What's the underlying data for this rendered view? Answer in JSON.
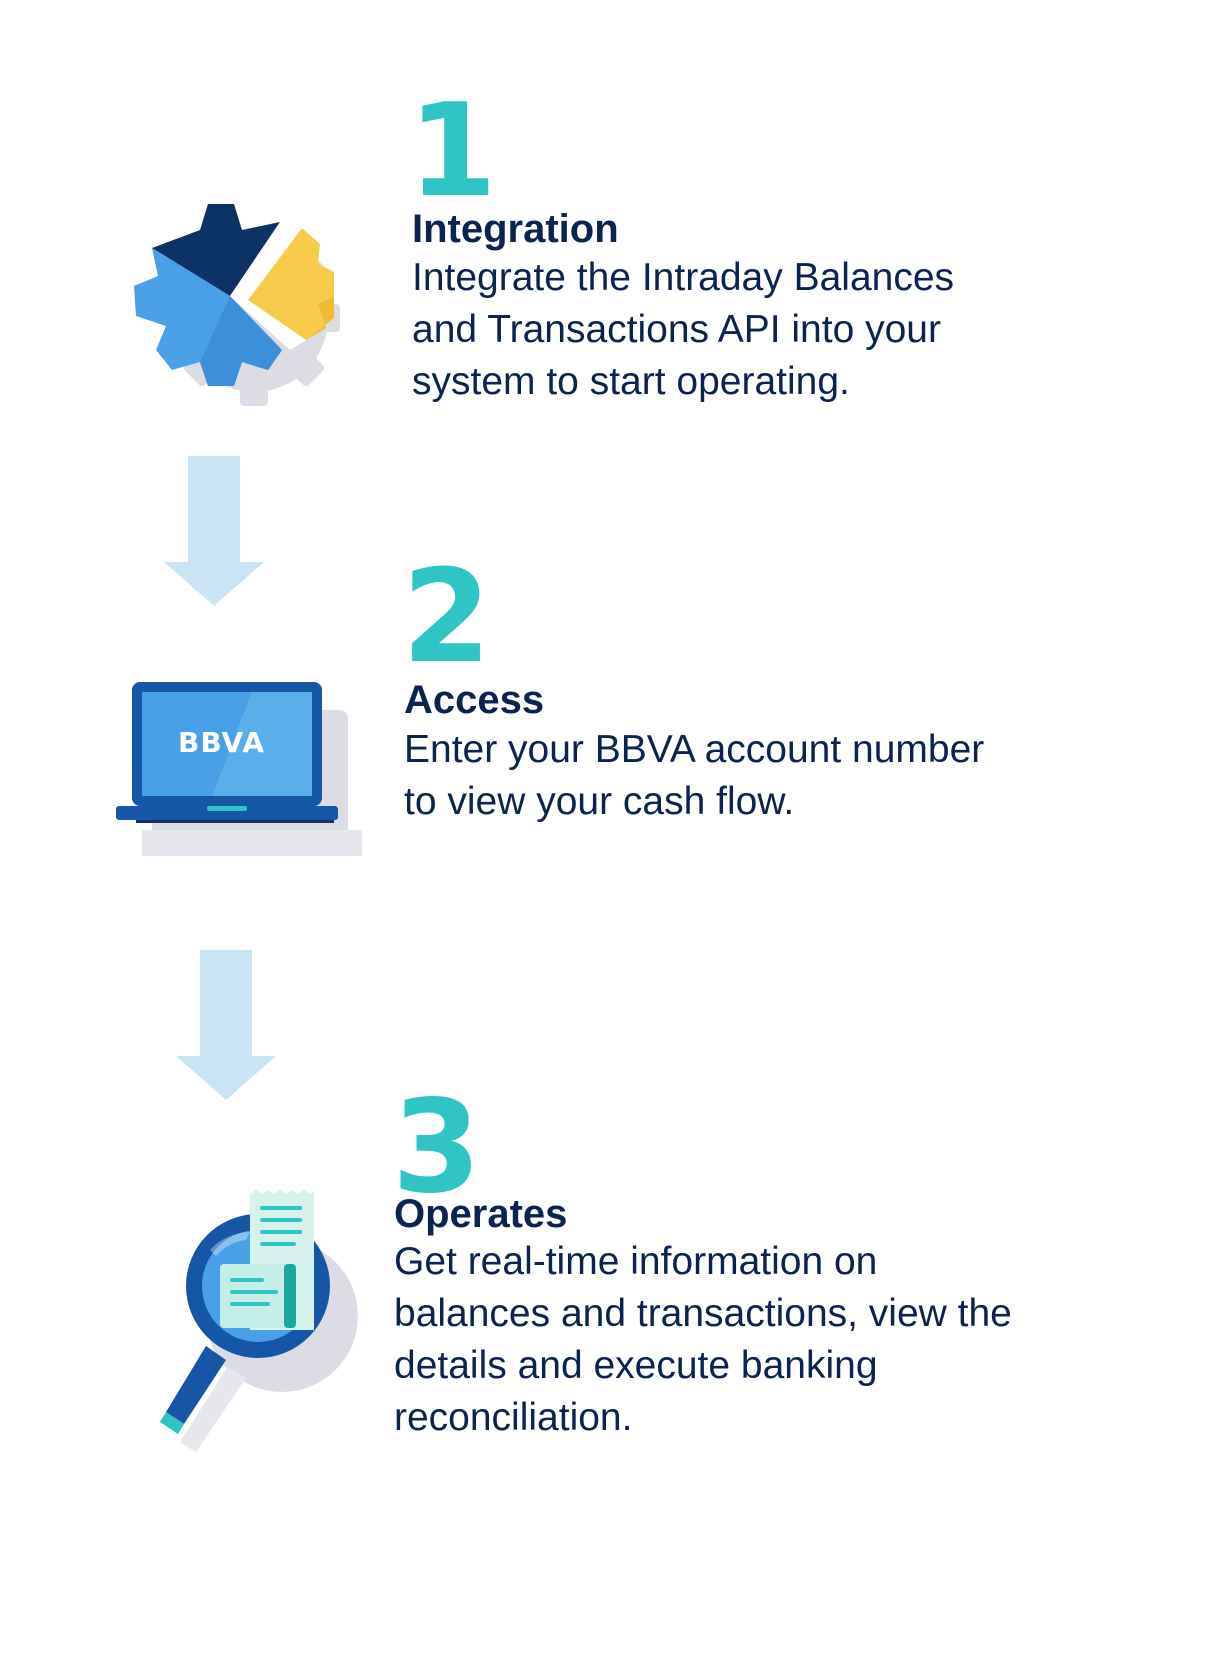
{
  "colors": {
    "number": "#2fc4c6",
    "text": "#0b2350",
    "arrow": "#c9e4f5",
    "navy": "#0d3366",
    "blue": "#4aa0e6",
    "yellow": "#f8cc4b",
    "shadow": "#dcdde4"
  },
  "steps": [
    {
      "number": "1",
      "title": "Integration",
      "lines": [
        "Integrate the Intraday Balances",
        "and Transactions API into your",
        "system to start operating."
      ],
      "icon": "gear-icon"
    },
    {
      "number": "2",
      "title": "Access",
      "lines": [
        "Enter your BBVA account number",
        "to view your cash flow."
      ],
      "icon": "laptop-icon",
      "screen_brand": "BBVA"
    },
    {
      "number": "3",
      "title": "Operates",
      "lines": [
        "Get real-time information on",
        "balances and transactions, view the",
        "details and execute banking",
        "reconciliation."
      ],
      "icon": "magnifier-receipt-icon"
    }
  ],
  "arrows": [
    "arrow-down-icon",
    "arrow-down-icon"
  ]
}
